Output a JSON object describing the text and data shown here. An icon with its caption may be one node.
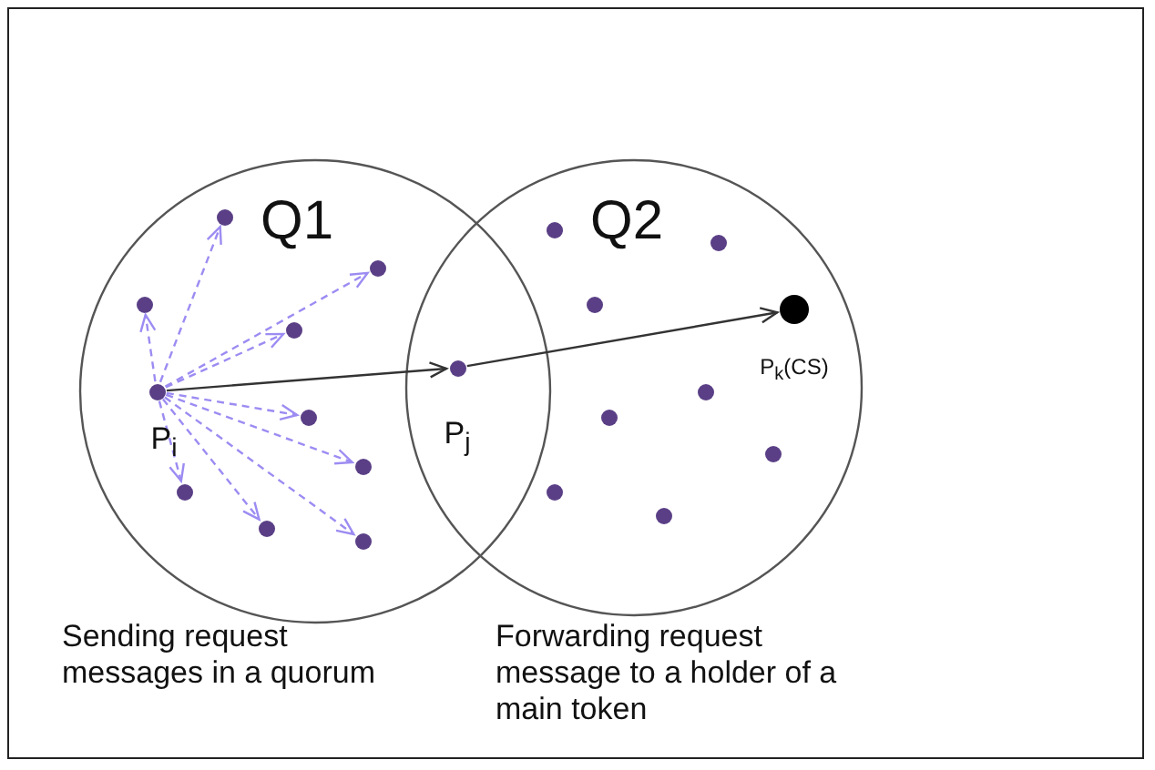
{
  "diagram": {
    "nodes": [
      {
        "text": [
          "Q1"
        ]
      },
      {
        "text": [
          "Q2"
        ]
      },
      {
        "text": [],
        "shape": "circle",
        "beside": [
          "P$_{i}$"
        ],
        "in": 0
      },
      {
        "text": [],
        "shape": "circle",
        "in": 0
      },
      {
        "text": [],
        "shape": "circle",
        "in": 0
      },
      {
        "text": [],
        "shape": "circle",
        "in": 0
      },
      {
        "text": [],
        "shape": "circle",
        "in": 0
      },
      {
        "text": [],
        "shape": "circle",
        "in": 0
      },
      {
        "text": [],
        "shape": "circle",
        "in": 0
      },
      {
        "text": [],
        "shape": "circle",
        "in": 0
      },
      {
        "text": [],
        "shape": "circle",
        "in": 0
      },
      {
        "text": [],
        "shape": "circle",
        "in": 0
      },
      {
        "text": [],
        "shape": "circle",
        "beside": [
          "P$_{j}$"
        ]
      },
      {
        "text": [],
        "shape": "circle",
        "beside": [
          "P$_{k}$(CS)"
        ],
        "in": 1
      },
      {
        "text": [],
        "shape": "circle",
        "in": 1
      },
      {
        "text": [],
        "shape": "circle",
        "in": 1
      },
      {
        "text": [],
        "shape": "circle",
        "in": 1
      },
      {
        "text": [],
        "shape": "circle",
        "in": 1
      },
      {
        "text": [],
        "shape": "circle",
        "in": 1
      },
      {
        "text": [],
        "shape": "circle",
        "in": 1
      },
      {
        "text": [],
        "shape": "circle",
        "in": 1
      },
      {
        "text": [],
        "shape": "circle",
        "in": 1
      }
    ],
    "edges": [
      {
        "from": 2,
        "to": 3,
        "arrow": "to",
        "style": "dashed",
        "color": "#9c8cf2"
      },
      {
        "from": 2,
        "to": 4,
        "arrow": "to",
        "style": "dashed",
        "color": "#9c8cf2"
      },
      {
        "from": 2,
        "to": 5,
        "arrow": "to",
        "style": "dashed",
        "color": "#9c8cf2"
      },
      {
        "from": 2,
        "to": 6,
        "arrow": "to",
        "style": "dashed",
        "color": "#9c8cf2"
      },
      {
        "from": 2,
        "to": 7,
        "arrow": "to",
        "style": "dashed",
        "color": "#9c8cf2"
      },
      {
        "from": 2,
        "to": 8,
        "arrow": "to",
        "style": "dashed",
        "color": "#9c8cf2"
      },
      {
        "from": 2,
        "to": 9,
        "arrow": "to",
        "style": "dashed",
        "color": "#9c8cf2"
      },
      {
        "from": 2,
        "to": 10,
        "arrow": "to",
        "style": "dashed",
        "color": "#9c8cf2"
      },
      {
        "from": 2,
        "to": 11,
        "arrow": "to",
        "style": "dashed",
        "color": "#9c8cf2"
      },
      {
        "from": 2,
        "to": 12,
        "arrow": "to",
        "color": "#333333"
      },
      {
        "from": 12,
        "to": 13,
        "arrow": "to",
        "color": "#333333"
      }
    ],
    "labels": [
      "Sending request messages in a quorum",
      "Forwarding request message to a holder of a main token"
    ]
  }
}
